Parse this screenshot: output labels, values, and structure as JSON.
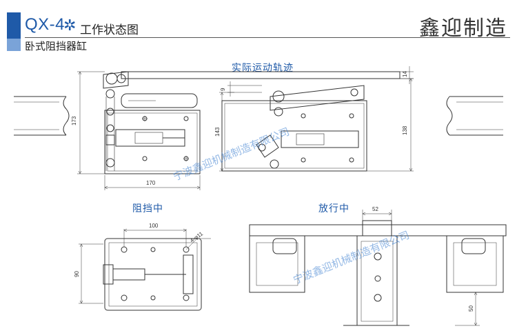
{
  "header": {
    "code": "QX-4",
    "asterisk": "✲",
    "title": "工作状态图",
    "subtitle": "卧式阻挡器缸",
    "brand": "鑫迎制造"
  },
  "labels": {
    "motion_track": "实际运动轨迹",
    "blocking": "阻挡中",
    "releasing": "放行中"
  },
  "watermark": "宁波鑫迎机械制造有限公司",
  "dimensions": {
    "d173": "173",
    "d170": "170",
    "d9": "9",
    "d143": "143",
    "d14": "14",
    "d138": "138",
    "d100": "100",
    "d90": "90",
    "d11": "4-φ11",
    "d52": "52",
    "d50": "50"
  },
  "colors": {
    "accent": "#1f5aa8",
    "accent_light": "#7aa3d8",
    "line": "#333333",
    "watermark": "#3b7fd0"
  }
}
